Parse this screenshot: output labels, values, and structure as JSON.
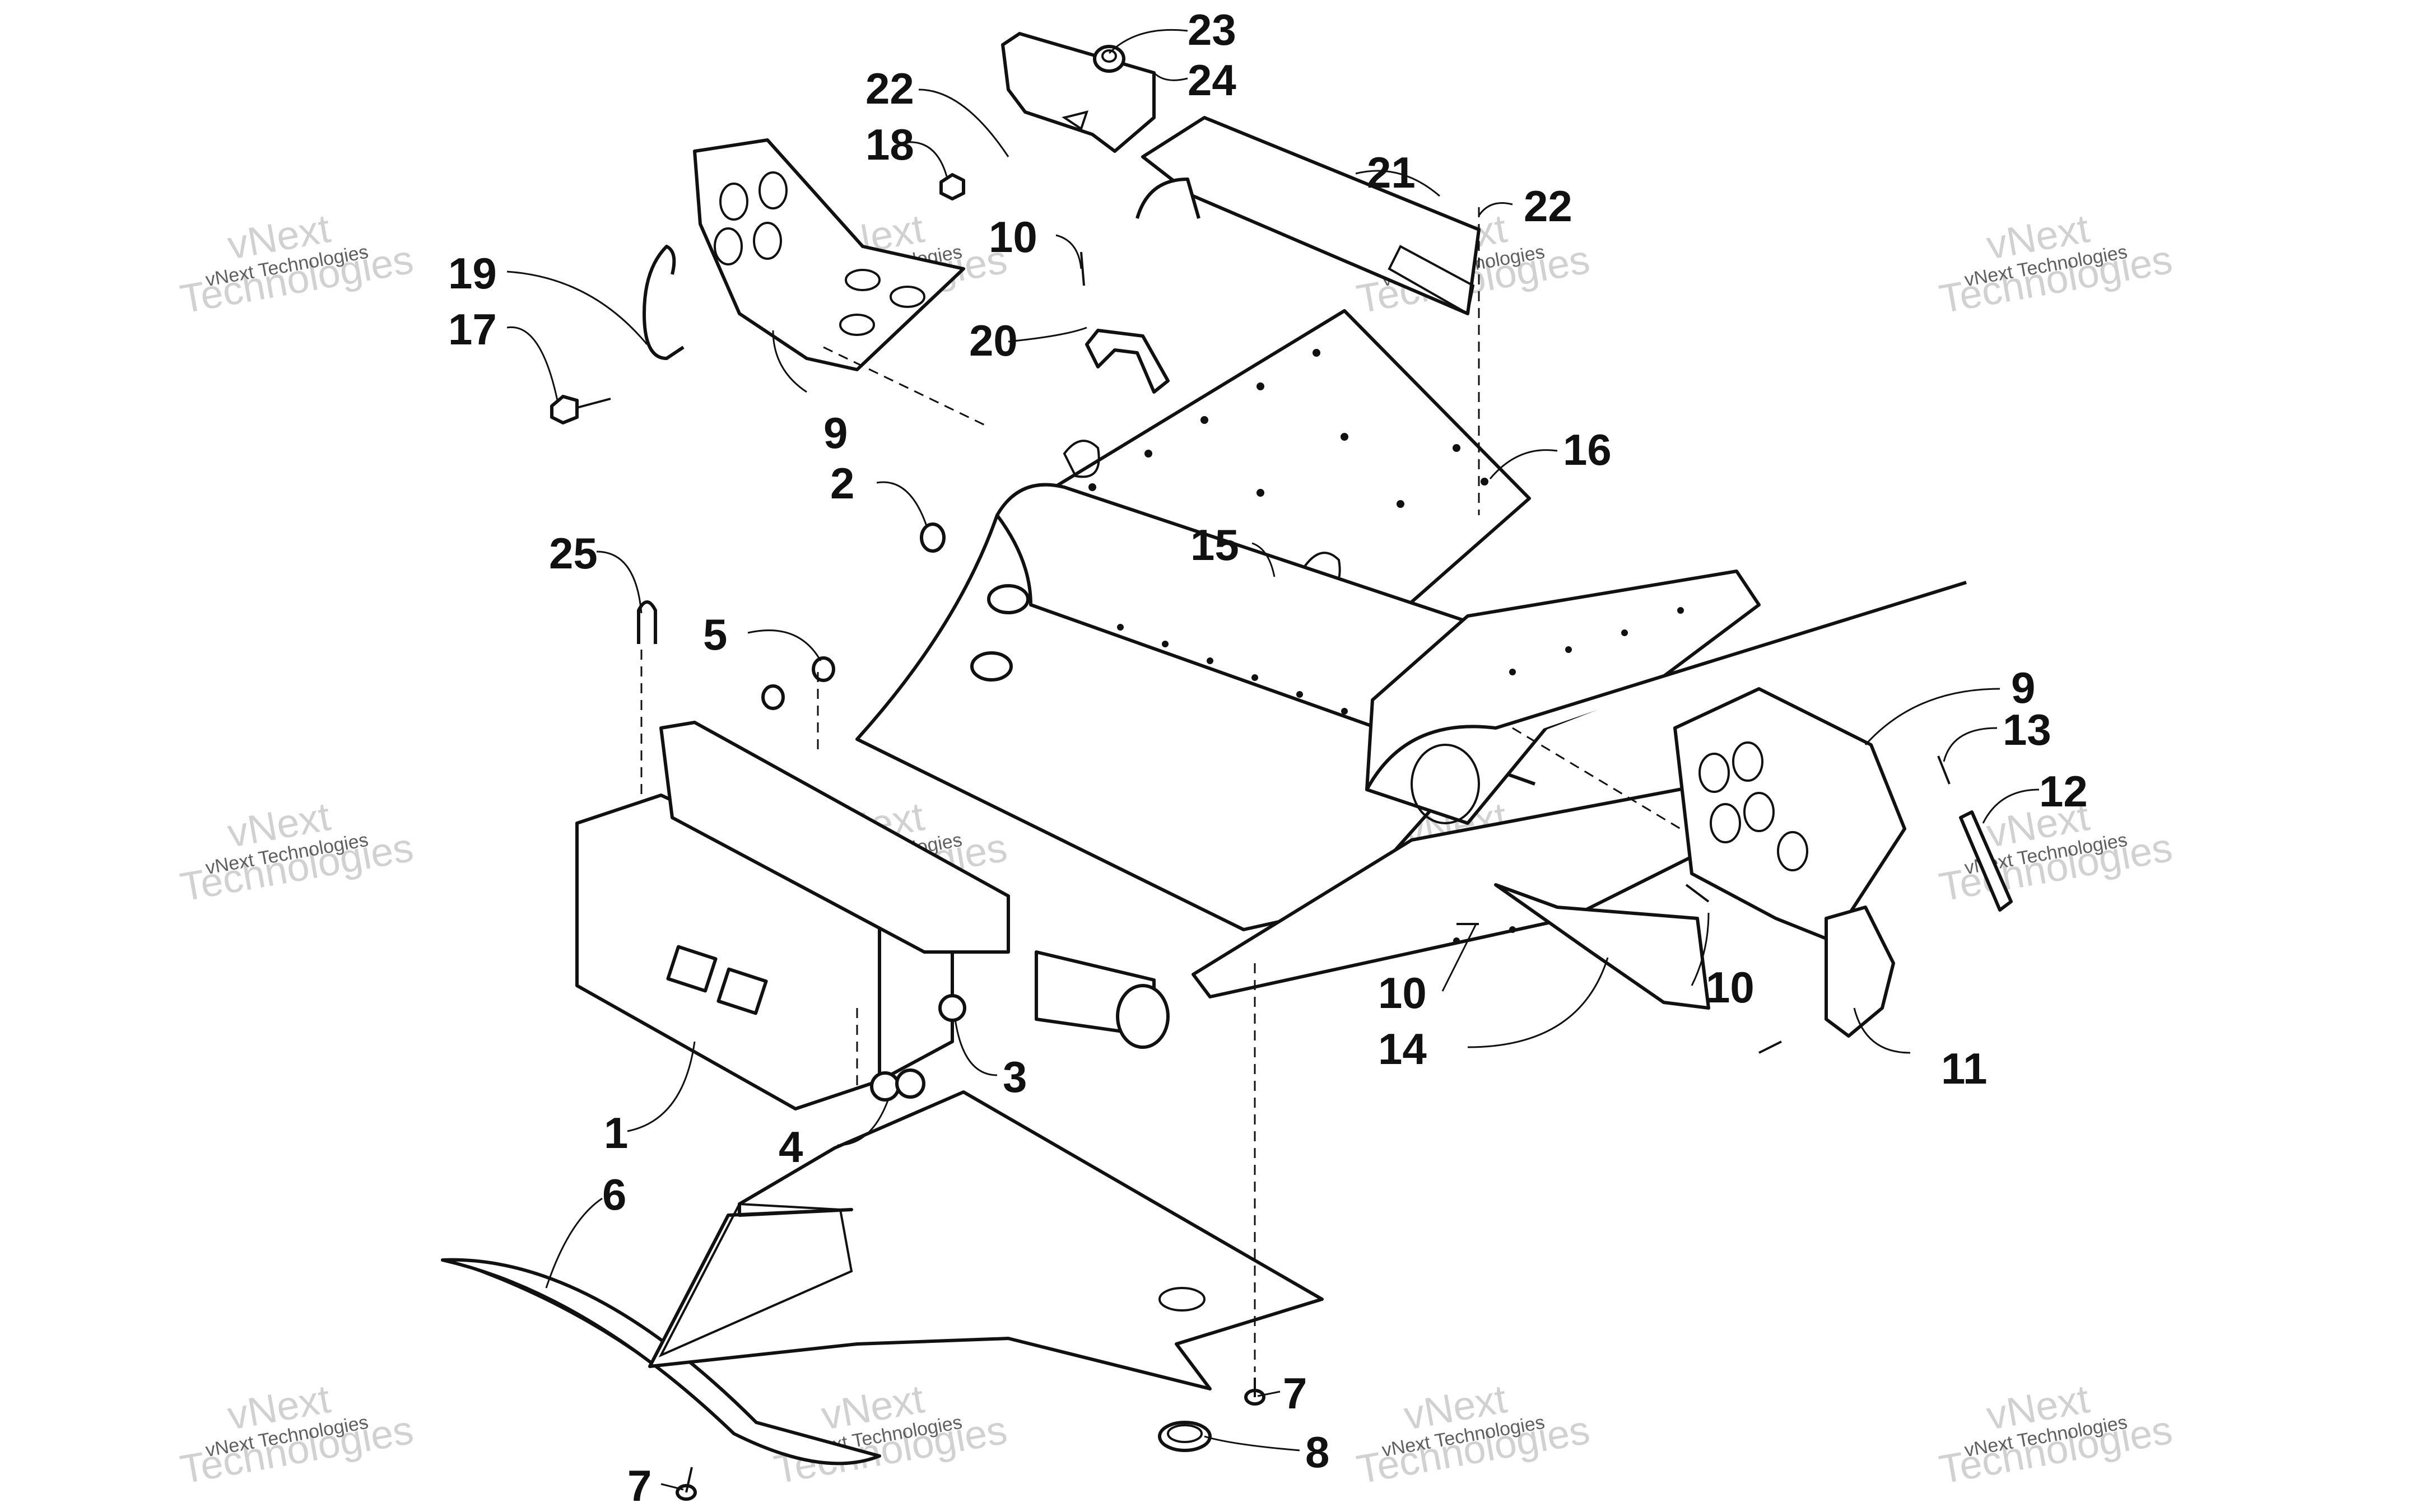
{
  "diagram": {
    "callouts": [
      {
        "id": "c1",
        "label": "1"
      },
      {
        "id": "c2",
        "label": "2"
      },
      {
        "id": "c3",
        "label": "3"
      },
      {
        "id": "c4",
        "label": "4"
      },
      {
        "id": "c5",
        "label": "5"
      },
      {
        "id": "c6",
        "label": "6"
      },
      {
        "id": "c7a",
        "label": "7"
      },
      {
        "id": "c7b",
        "label": "7"
      },
      {
        "id": "c8",
        "label": "8"
      },
      {
        "id": "c9a",
        "label": "9"
      },
      {
        "id": "c9b",
        "label": "9"
      },
      {
        "id": "c10a",
        "label": "10"
      },
      {
        "id": "c10b",
        "label": "10"
      },
      {
        "id": "c10c",
        "label": "10"
      },
      {
        "id": "c11",
        "label": "11"
      },
      {
        "id": "c12",
        "label": "12"
      },
      {
        "id": "c13",
        "label": "13"
      },
      {
        "id": "c14",
        "label": "14"
      },
      {
        "id": "c15",
        "label": "15"
      },
      {
        "id": "c16",
        "label": "16"
      },
      {
        "id": "c17",
        "label": "17"
      },
      {
        "id": "c18",
        "label": "18"
      },
      {
        "id": "c19",
        "label": "19"
      },
      {
        "id": "c20",
        "label": "20"
      },
      {
        "id": "c21",
        "label": "21"
      },
      {
        "id": "c22a",
        "label": "22"
      },
      {
        "id": "c22b",
        "label": "22"
      },
      {
        "id": "c23",
        "label": "23"
      },
      {
        "id": "c24",
        "label": "24"
      },
      {
        "id": "c25",
        "label": "25"
      }
    ]
  },
  "watermark": {
    "brand_text": "Technologies",
    "line_text": "vNext Technologies",
    "top_text": "vNext"
  }
}
